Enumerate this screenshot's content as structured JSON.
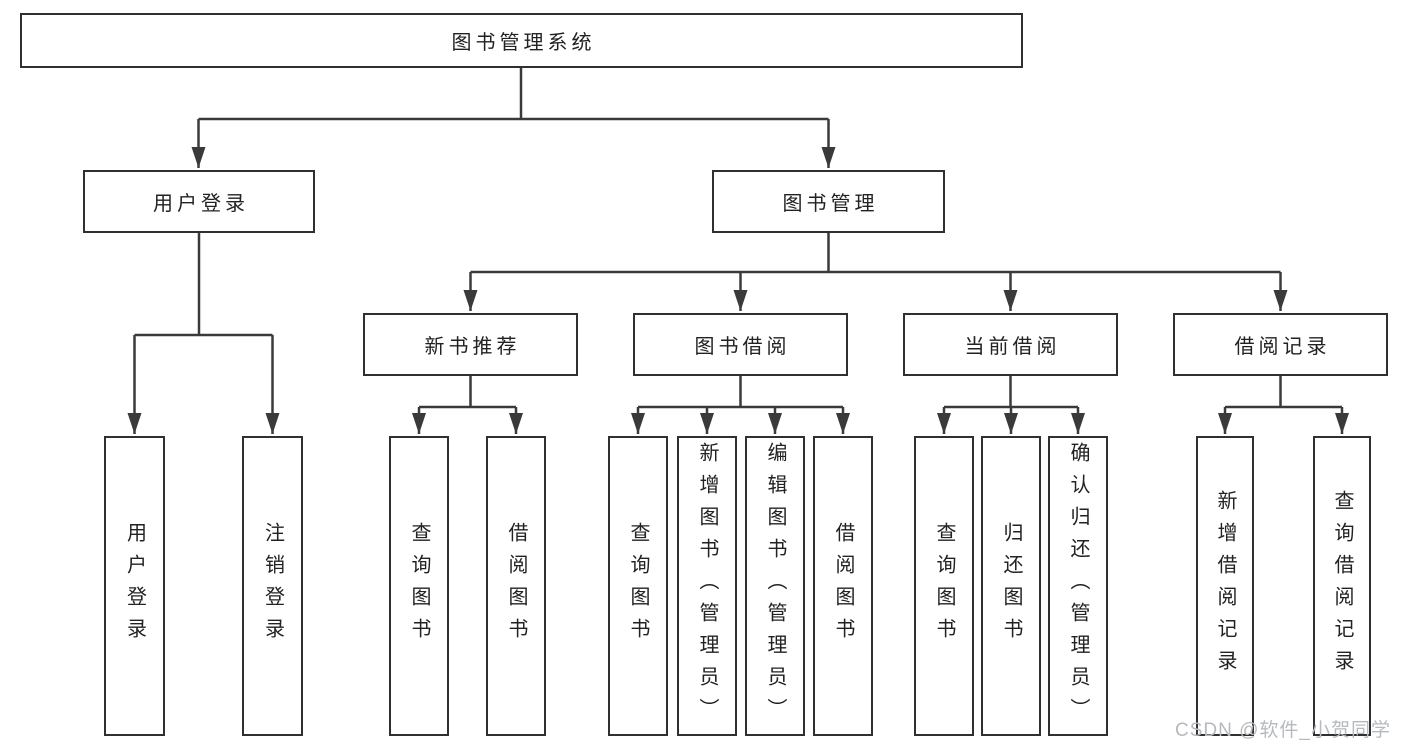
{
  "diagram": {
    "tree": {
      "label": "图书管理系统",
      "children": [
        {
          "label": "用户登录",
          "children": [
            {
              "label": "用户登录"
            },
            {
              "label": "注销登录"
            }
          ]
        },
        {
          "label": "图书管理",
          "children": [
            {
              "label": "新书推荐",
              "children": [
                {
                  "label": "查询图书"
                },
                {
                  "label": "借阅图书"
                }
              ]
            },
            {
              "label": "图书借阅",
              "children": [
                {
                  "label": "查询图书"
                },
                {
                  "label": "新增图书（管理员）"
                },
                {
                  "label": "编辑图书（管理员）"
                },
                {
                  "label": "借阅图书"
                }
              ]
            },
            {
              "label": "当前借阅",
              "children": [
                {
                  "label": "查询图书"
                },
                {
                  "label": "归还图书"
                },
                {
                  "label": "确认归还（管理员）"
                }
              ]
            },
            {
              "label": "借阅记录",
              "children": [
                {
                  "label": "新增借阅记录"
                },
                {
                  "label": "查询借阅记录"
                }
              ]
            }
          ]
        }
      ]
    }
  },
  "watermark": {
    "text": "CSDN @软件_小贺同学"
  },
  "colors": {
    "line": "#3a3a3a",
    "border": "#303030",
    "text": "#222222",
    "background": "#ffffff",
    "watermark": "#b6b9be"
  }
}
